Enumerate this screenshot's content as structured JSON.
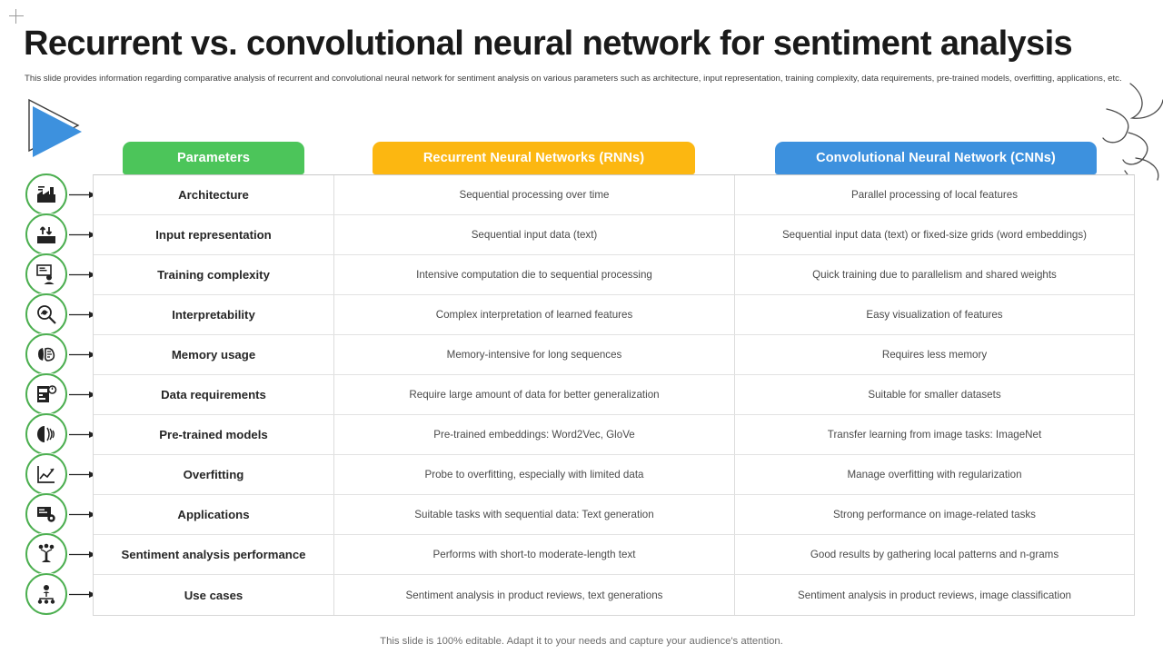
{
  "slide": {
    "title": "Recurrent vs. convolutional neural network for sentiment analysis",
    "subtitle": "This slide provides information regarding comparative analysis of recurrent and convolutional neural network for sentiment analysis on various parameters such as architecture, input representation, training complexity, data requirements, pre-trained models, overfitting, applications, etc.",
    "footer": "This slide is 100% editable. Adapt it to your needs and capture your audience's attention."
  },
  "colors": {
    "green": "#4CC55A",
    "orange": "#FCB711",
    "blue": "#3D91DE",
    "icon_ring": "#4CAF50",
    "play_blue": "#3D91DE"
  },
  "headers": {
    "parameters": "Parameters",
    "rnn": "Recurrent Neural Networks  (RNNs)",
    "cnn": "Convolutional Neural Network (CNNs)"
  },
  "rows": [
    {
      "icon": "factory-settings-icon",
      "parameter": "Architecture",
      "rnn": "Sequential processing over time",
      "cnn": "Parallel processing of local features"
    },
    {
      "icon": "data-input-arrows-icon",
      "parameter": "Input representation",
      "rnn": "Sequential input data (text)",
      "cnn": "Sequential input data (text) or fixed-size grids (word embeddings)"
    },
    {
      "icon": "person-presentation-icon",
      "parameter": "Training complexity",
      "rnn": "Intensive  computation die to sequential processing",
      "cnn": "Quick training due to parallelism and shared weights"
    },
    {
      "icon": "magnifier-brain-icon",
      "parameter": "Interpretability",
      "rnn": "Complex interpretation  of learned features",
      "cnn": "Easy visualization  of features"
    },
    {
      "icon": "brain-memory-icon",
      "parameter": "Memory usage",
      "rnn": "Memory-intensive  for long sequences",
      "cnn": "Requires  less memory"
    },
    {
      "icon": "database-document-icon",
      "parameter": "Data requirements",
      "rnn": "Require  large amount of data for better generalization",
      "cnn": "Suitable for  smaller datasets"
    },
    {
      "icon": "fingerprint-scan-icon",
      "parameter": "Pre-trained models",
      "rnn": "Pre-trained  embeddings:  Word2Vec, GloVe",
      "cnn": "Transfer  learning from image tasks: ImageNet"
    },
    {
      "icon": "line-chart-icon",
      "parameter": "Overfitting",
      "rnn": "Probe to overfitting,  especially with limited data",
      "cnn": "Manage overfitting  with regularization"
    },
    {
      "icon": "screen-gear-icon",
      "parameter": "Applications",
      "rnn": "Suitable tasks with sequential data: Text generation",
      "cnn": "Strong performance  on image-related  tasks"
    },
    {
      "icon": "team-network-icon",
      "parameter": "Sentiment analysis  performance",
      "rnn": "Performs  with short-to moderate-length  text",
      "cnn": "Good results by gathering  local patterns and n-grams"
    },
    {
      "icon": "user-hierarchy-icon",
      "parameter": "Use cases",
      "rnn": "Sentiment analysis in product reviews,  text generations",
      "cnn": "Sentiment analysis in product reviews,  image classification"
    }
  ]
}
